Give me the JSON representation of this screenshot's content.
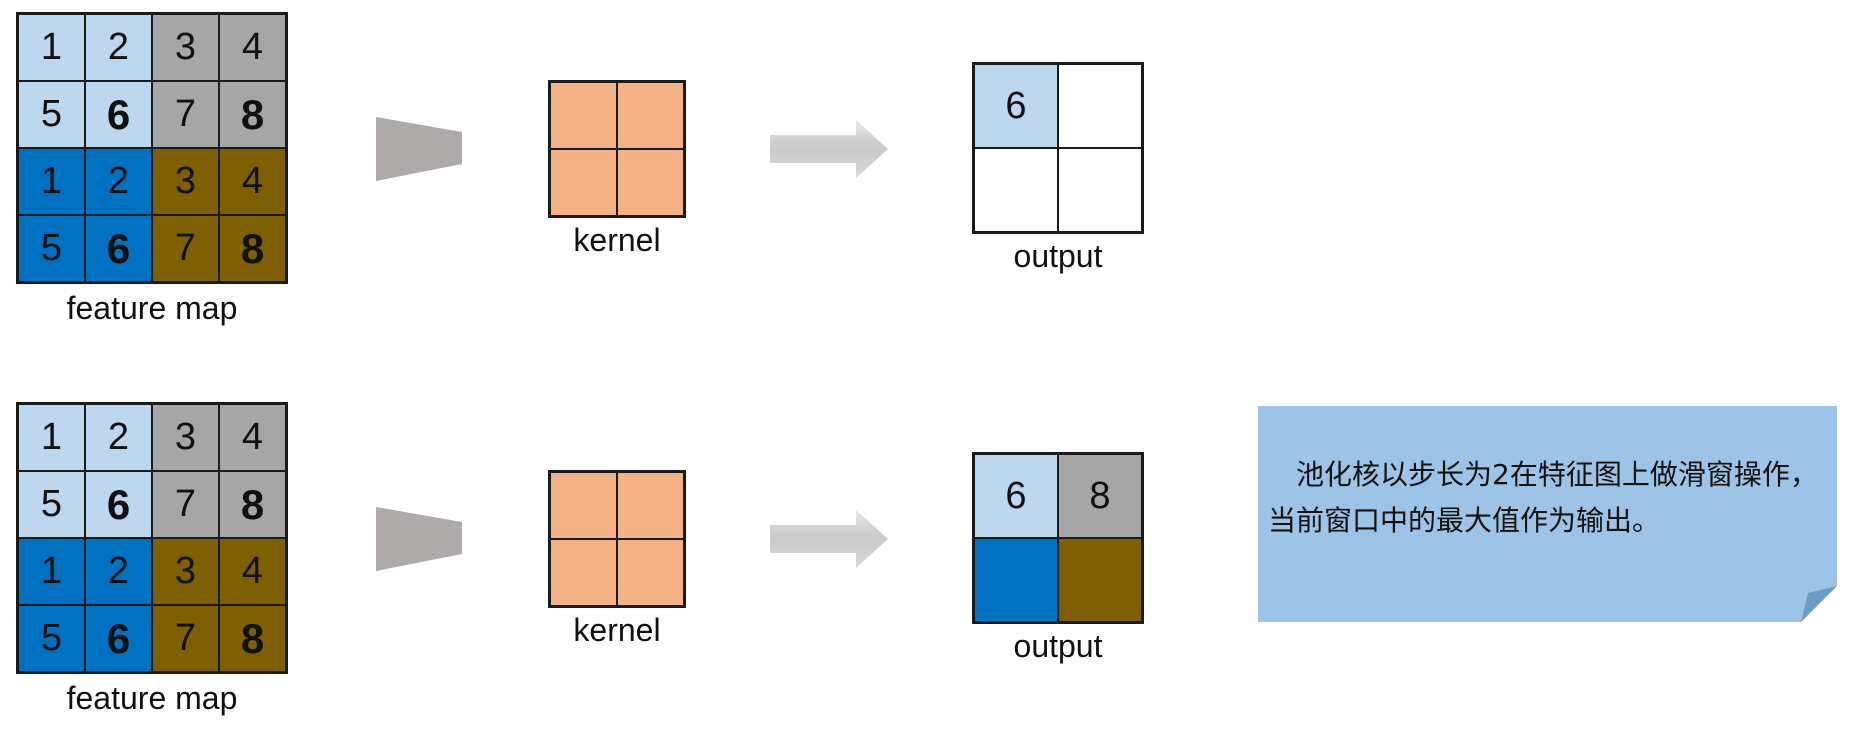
{
  "colors": {
    "light_blue": "#bdd7ee",
    "gray": "#a6a6a6",
    "blue": "#0070c0",
    "olive": "#7f6000",
    "kernel_orange": "#f4b183",
    "note_bg": "#9dc3e6",
    "note_fold": "#6f9ac4",
    "funnel_gray": "#aeaaaa",
    "arrow_gray": "#d0d0d0"
  },
  "panels": [
    {
      "feature_map": {
        "label": "feature map",
        "cells": [
          {
            "v": "1",
            "c": "light_blue"
          },
          {
            "v": "2",
            "c": "light_blue"
          },
          {
            "v": "3",
            "c": "gray"
          },
          {
            "v": "4",
            "c": "gray"
          },
          {
            "v": "5",
            "c": "light_blue"
          },
          {
            "v": "6",
            "c": "light_blue",
            "b": true
          },
          {
            "v": "7",
            "c": "gray"
          },
          {
            "v": "8",
            "c": "gray",
            "b": true
          },
          {
            "v": "1",
            "c": "blue"
          },
          {
            "v": "2",
            "c": "blue"
          },
          {
            "v": "3",
            "c": "olive"
          },
          {
            "v": "4",
            "c": "olive"
          },
          {
            "v": "5",
            "c": "blue"
          },
          {
            "v": "6",
            "c": "blue",
            "b": true
          },
          {
            "v": "7",
            "c": "olive"
          },
          {
            "v": "8",
            "c": "olive",
            "b": true
          }
        ]
      },
      "kernel": {
        "label": "kernel"
      },
      "output": {
        "label": "output",
        "cells": [
          {
            "v": "6",
            "c": "light_blue"
          },
          {
            "v": "",
            "c": "white"
          },
          {
            "v": "",
            "c": "white"
          },
          {
            "v": "",
            "c": "white"
          }
        ]
      }
    },
    {
      "feature_map": {
        "label": "feature map",
        "cells": [
          {
            "v": "1",
            "c": "light_blue"
          },
          {
            "v": "2",
            "c": "light_blue"
          },
          {
            "v": "3",
            "c": "gray"
          },
          {
            "v": "4",
            "c": "gray"
          },
          {
            "v": "5",
            "c": "light_blue"
          },
          {
            "v": "6",
            "c": "light_blue",
            "b": true
          },
          {
            "v": "7",
            "c": "gray"
          },
          {
            "v": "8",
            "c": "gray",
            "b": true
          },
          {
            "v": "1",
            "c": "blue"
          },
          {
            "v": "2",
            "c": "blue"
          },
          {
            "v": "3",
            "c": "olive"
          },
          {
            "v": "4",
            "c": "olive"
          },
          {
            "v": "5",
            "c": "blue"
          },
          {
            "v": "6",
            "c": "blue",
            "b": true
          },
          {
            "v": "7",
            "c": "olive"
          },
          {
            "v": "8",
            "c": "olive",
            "b": true
          }
        ]
      },
      "kernel": {
        "label": "kernel"
      },
      "output": {
        "label": "output",
        "cells": [
          {
            "v": "6",
            "c": "light_blue"
          },
          {
            "v": "8",
            "c": "gray"
          },
          {
            "v": "",
            "c": "blue"
          },
          {
            "v": "",
            "c": "olive"
          }
        ]
      }
    }
  ],
  "note": {
    "text": "池化核以步长为2在特征图上做滑窗操作，当前窗口中的最大值作为输出。"
  }
}
